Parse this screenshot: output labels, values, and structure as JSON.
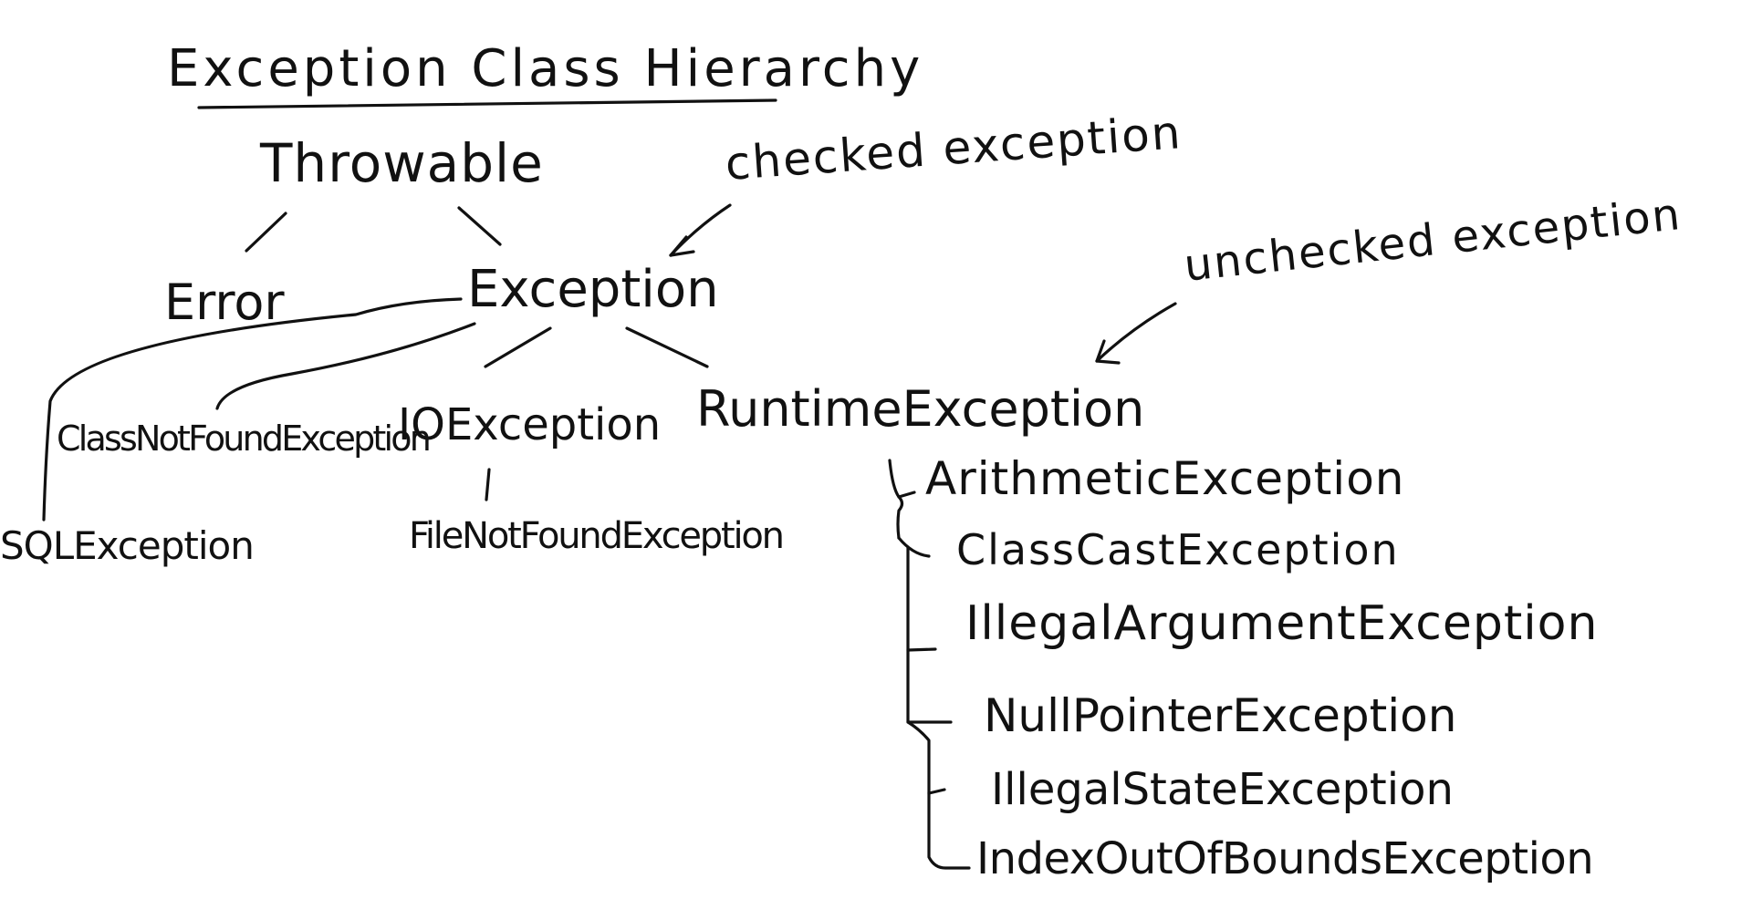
{
  "title": "Exception Class Hierarchy",
  "nodes": {
    "throwable": "Throwable",
    "error": "Error",
    "exception": "Exception",
    "class_not_found": "ClassNotFoundException",
    "io_exception": "IOException",
    "runtime_exception": "RuntimeException",
    "sql_exception": "SQLException",
    "file_not_found": "FileNotFoundException",
    "arithmetic": "ArithmeticException",
    "class_cast": "ClassCastException",
    "illegal_argument": "IllegalArgumentException",
    "null_pointer": "NullPointerException",
    "illegal_state": "IllegalStateException",
    "index_out_of_bounds": "IndexOutOfBoundsException"
  },
  "annotations": {
    "checked": "checked exception",
    "unchecked": "unchecked exception"
  },
  "colors": {
    "ink": "#111111",
    "background": "#ffffff"
  }
}
